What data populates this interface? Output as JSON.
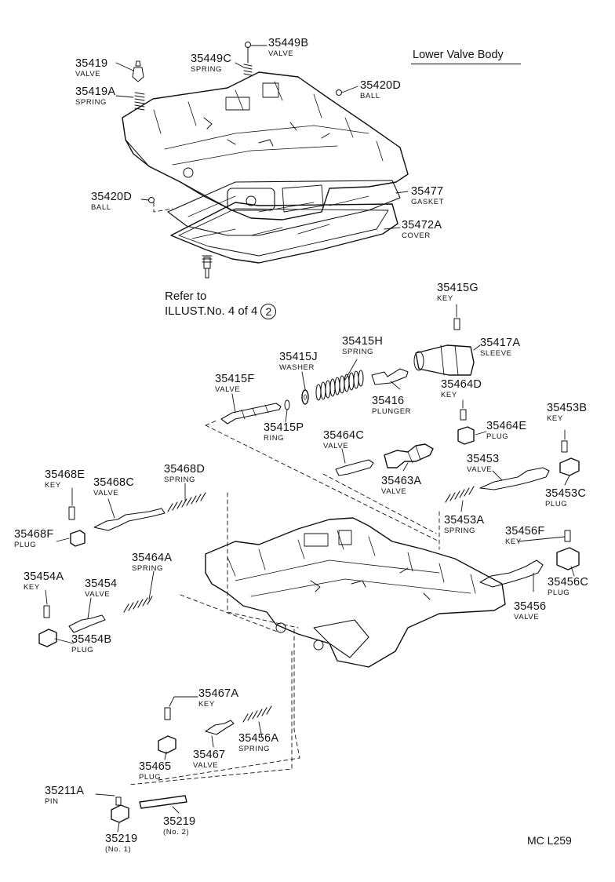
{
  "title": "Lower Valve Body",
  "note": {
    "line1": "Refer to",
    "line2": "ILLUST.No. 4 of 4",
    "circle": "2"
  },
  "code": "MC L259",
  "labels": [
    {
      "id": "l0",
      "pn": "35419",
      "nm": "VALVE"
    },
    {
      "id": "l1",
      "pn": "35449C",
      "nm": "SPRING"
    },
    {
      "id": "l2",
      "pn": "35449B",
      "nm": "VALVE"
    },
    {
      "id": "l3",
      "pn": "35419A",
      "nm": "SPRING"
    },
    {
      "id": "l4",
      "pn": "35420D",
      "nm": "BALL"
    },
    {
      "id": "l5",
      "pn": "35420D",
      "nm": "BALL"
    },
    {
      "id": "l6",
      "pn": "35477",
      "nm": "GASKET"
    },
    {
      "id": "l7",
      "pn": "35472A",
      "nm": "COVER"
    },
    {
      "id": "l8",
      "pn": "35415G",
      "nm": "KEY"
    },
    {
      "id": "l9",
      "pn": "35415H",
      "nm": "SPRING"
    },
    {
      "id": "l10",
      "pn": "35417A",
      "nm": "SLEEVE"
    },
    {
      "id": "l11",
      "pn": "35415J",
      "nm": "WASHER"
    },
    {
      "id": "l12",
      "pn": "35415F",
      "nm": "VALVE"
    },
    {
      "id": "l13",
      "pn": "35416",
      "nm": "PLUNGER"
    },
    {
      "id": "l14",
      "pn": "35464D",
      "nm": "KEY"
    },
    {
      "id": "l15",
      "pn": "35415P",
      "nm": "RING"
    },
    {
      "id": "l16",
      "pn": "35464E",
      "nm": "PLUG"
    },
    {
      "id": "l17",
      "pn": "35453B",
      "nm": "KEY"
    },
    {
      "id": "l18",
      "pn": "35464C",
      "nm": "VALVE"
    },
    {
      "id": "l19",
      "pn": "35463A",
      "nm": "VALVE"
    },
    {
      "id": "l20",
      "pn": "35453",
      "nm": "VALVE"
    },
    {
      "id": "l21",
      "pn": "35453C",
      "nm": "PLUG"
    },
    {
      "id": "l22",
      "pn": "35468E",
      "nm": "KEY"
    },
    {
      "id": "l23",
      "pn": "35468C",
      "nm": "VALVE"
    },
    {
      "id": "l24",
      "pn": "35468D",
      "nm": "SPRING"
    },
    {
      "id": "l25",
      "pn": "35468F",
      "nm": "PLUG"
    },
    {
      "id": "l26",
      "pn": "35453A",
      "nm": "SPRING"
    },
    {
      "id": "l27",
      "pn": "35456F",
      "nm": "KEY"
    },
    {
      "id": "l28",
      "pn": "35464A",
      "nm": "SPRING"
    },
    {
      "id": "l29",
      "pn": "35454A",
      "nm": "KEY"
    },
    {
      "id": "l30",
      "pn": "35454",
      "nm": "VALVE"
    },
    {
      "id": "l31",
      "pn": "35456C",
      "nm": "PLUG"
    },
    {
      "id": "l32",
      "pn": "35456",
      "nm": "VALVE"
    },
    {
      "id": "l33",
      "pn": "35454B",
      "nm": "PLUG"
    },
    {
      "id": "l34",
      "pn": "35467A",
      "nm": "KEY"
    },
    {
      "id": "l35",
      "pn": "35456A",
      "nm": "SPRING"
    },
    {
      "id": "l36",
      "pn": "35465",
      "nm": "PLUG"
    },
    {
      "id": "l37",
      "pn": "35467",
      "nm": "VALVE"
    },
    {
      "id": "l38",
      "pn": "35211A",
      "nm": "PIN"
    },
    {
      "id": "l39",
      "pn": "35219",
      "nm": "(No. 2)"
    },
    {
      "id": "l40",
      "pn": "35219",
      "nm": "(No. 1)"
    }
  ]
}
